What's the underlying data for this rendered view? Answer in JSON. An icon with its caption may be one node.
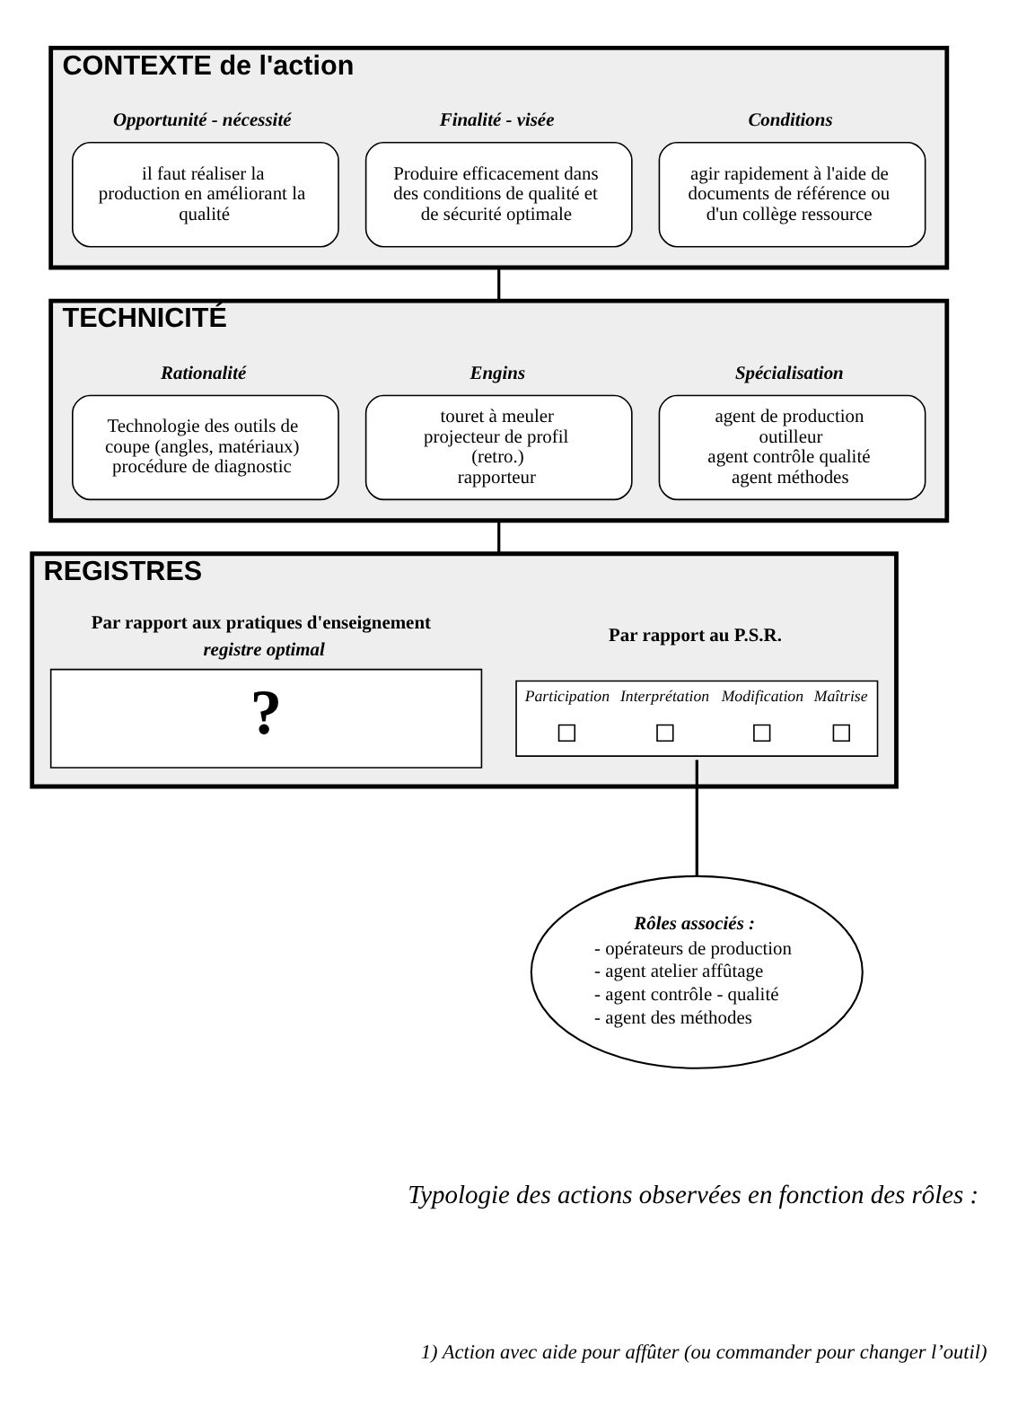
{
  "diagram": {
    "nodes": [
      {
        "text": [
          "CONTEXTE de l'action"
        ]
      },
      {
        "text": [
          "Opportunité - nécessité",
          "il faut réaliser la production en améliorant la qualité"
        ],
        "in": 0
      },
      {
        "text": [
          "Finalité - visée",
          "Produire efficacement dans des conditions de qualité et de sécurité optimale"
        ],
        "in": 0
      },
      {
        "text": [
          "Conditions",
          "agir rapidement à l'aide de documents de référence ou d'un collège ressource"
        ],
        "in": 0
      },
      {
        "text": [
          "TECHNICITÉ"
        ]
      },
      {
        "text": [
          "Rationalité",
          "Technologie des outils de coupe (angles, matériaux)",
          "procédure de diagnostic"
        ],
        "in": 4
      },
      {
        "text": [
          "Engins",
          "touret à meuler",
          "projecteur de profil (retro.)",
          "rapporteur"
        ],
        "in": 4
      },
      {
        "text": [
          "Spécialisation",
          "agent de production",
          "outilleur",
          "agent contrôle qualité",
          "agent méthodes"
        ],
        "in": 4
      },
      {
        "text": [
          "REGISTRES"
        ]
      },
      {
        "text": [
          "Par rapport aux pratiques d'enseignement",
          "registre optimal",
          "?"
        ],
        "in": 8
      },
      {
        "text": [
          "Par rapport au P.S.R.",
          "Participation",
          "Interprétation",
          "Modification",
          "Maîtrise"
        ],
        "in": 8
      },
      {
        "text": [
          "Rôles associés :",
          "- opérateurs de production",
          "- agent atelier affûtage",
          "- agent contrôle - qualité",
          "- agent des méthodes"
        ]
      }
    ],
    "edges": [
      {
        "from": 0,
        "to": 4,
        "arrow": "none"
      },
      {
        "from": 4,
        "to": 8,
        "arrow": "none"
      },
      {
        "from": 10,
        "to": 11,
        "arrow": "none"
      }
    ],
    "labels": [
      "Typologie des actions observées en fonction des rôles :",
      "1) Action avec aide pour affûter (ou commander pour changer l’outil)"
    ]
  }
}
